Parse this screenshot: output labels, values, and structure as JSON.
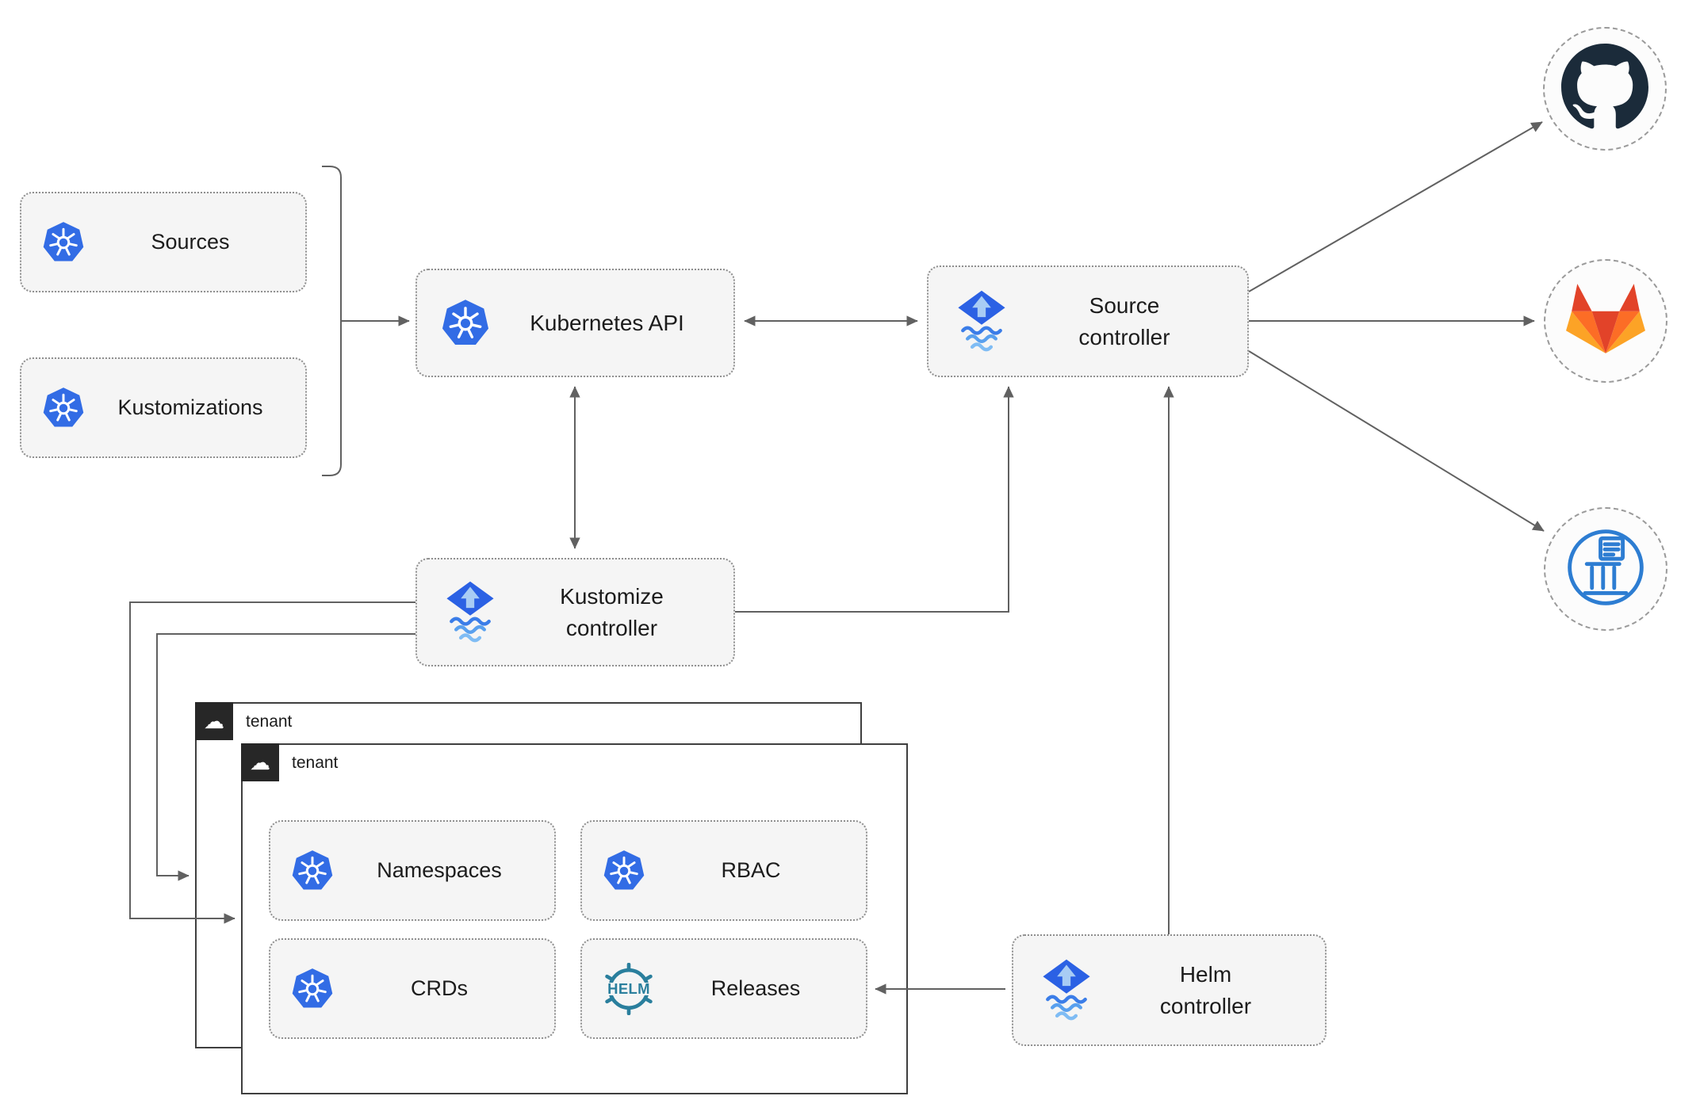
{
  "nodes": {
    "sources": {
      "label": "Sources",
      "icon": "kubernetes"
    },
    "kustomizations": {
      "label": "Kustomizations",
      "icon": "kubernetes"
    },
    "kubernetes_api": {
      "label": "Kubernetes API",
      "icon": "kubernetes"
    },
    "source_controller": {
      "label": "Source\ncontroller",
      "icon": "flux"
    },
    "kustomize_controller": {
      "label": "Kustomize\ncontroller",
      "icon": "flux"
    },
    "helm_controller": {
      "label": "Helm\ncontroller",
      "icon": "flux"
    },
    "tenant_back": {
      "label": "tenant",
      "icon": "cloud"
    },
    "tenant_front": {
      "label": "tenant",
      "icon": "cloud"
    },
    "namespaces": {
      "label": "Namespaces",
      "icon": "kubernetes"
    },
    "rbac": {
      "label": "RBAC",
      "icon": "kubernetes"
    },
    "crds": {
      "label": "CRDs",
      "icon": "kubernetes"
    },
    "releases": {
      "label": "Releases",
      "icon": "helm"
    },
    "github": {
      "icon": "github"
    },
    "gitlab": {
      "icon": "gitlab"
    },
    "registry": {
      "icon": "registry"
    }
  },
  "icons": {
    "helm_wordmark": "HELM",
    "cloud_glyph": "☁"
  },
  "colors": {
    "kubernetes_blue": "#326CE5",
    "flux_blue": "#2B61E4",
    "flux_light_blue": "#A8CCF4",
    "helm_teal": "#2A7F9D",
    "github_dark": "#1B2B3A",
    "gitlab_red": "#E24329",
    "gitlab_orange": "#FC6D26",
    "gitlab_yellow": "#FCA326",
    "registry_blue": "#2D7DD2",
    "connector_gray": "#616161",
    "node_fill": "#F5F5F5",
    "node_border": "#8F8F8F"
  }
}
